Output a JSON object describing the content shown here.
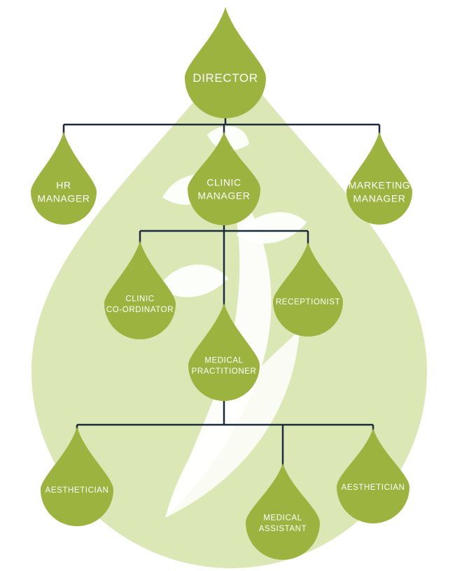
{
  "colors": {
    "background": "#ffffff",
    "backdrop_drop": "#dbe8b6",
    "backdrop_leaves": "#ffffff",
    "node_fill": "#9cb33f",
    "connector": "#1c2a3a",
    "label": "#ffffff"
  },
  "nodes": [
    {
      "id": "director",
      "lines": [
        "DIRECTOR"
      ]
    },
    {
      "id": "hr-manager",
      "lines": [
        "HR",
        "MANAGER"
      ]
    },
    {
      "id": "clinic-manager",
      "lines": [
        "CLINIC",
        "MANAGER"
      ]
    },
    {
      "id": "marketing-manager",
      "lines": [
        "MARKETING",
        "MANAGER"
      ]
    },
    {
      "id": "clinic-coordinator",
      "lines": [
        "CLINIC",
        "CO-ORDINATOR"
      ]
    },
    {
      "id": "receptionist",
      "lines": [
        "RECEPTIONIST"
      ]
    },
    {
      "id": "medical-practitioner",
      "lines": [
        "MEDICAL",
        "PRACTITIONER"
      ]
    },
    {
      "id": "aesthetician-left",
      "lines": [
        "AESTHETICIAN"
      ]
    },
    {
      "id": "medical-assistant",
      "lines": [
        "MEDICAL",
        "ASSISTANT"
      ]
    },
    {
      "id": "aesthetician-right",
      "lines": [
        "AESTHETICIAN"
      ]
    }
  ],
  "edges": [
    {
      "from": "director",
      "to": "hr-manager"
    },
    {
      "from": "director",
      "to": "clinic-manager"
    },
    {
      "from": "director",
      "to": "marketing-manager"
    },
    {
      "from": "clinic-manager",
      "to": "clinic-coordinator"
    },
    {
      "from": "clinic-manager",
      "to": "receptionist"
    },
    {
      "from": "clinic-manager",
      "to": "medical-practitioner"
    },
    {
      "from": "medical-practitioner",
      "to": "aesthetician-left"
    },
    {
      "from": "medical-practitioner",
      "to": "medical-assistant"
    },
    {
      "from": "medical-practitioner",
      "to": "aesthetician-right"
    }
  ]
}
